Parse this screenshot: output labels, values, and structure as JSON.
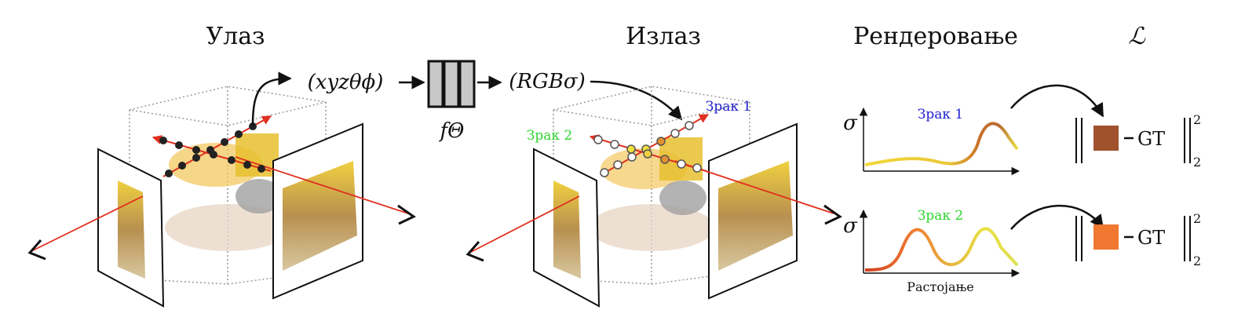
{
  "headings": {
    "input": "Улаз",
    "output": "Излаз",
    "rendering": "Рендеровање",
    "loss": "ℒ"
  },
  "network": {
    "input_tuple": "(xyzθϕ)",
    "output_tuple": "(RGBσ)",
    "function": "fΘ"
  },
  "rays": {
    "ray1": "Зрак 1",
    "ray2": "Зрак 2"
  },
  "plots": {
    "y_axis": "σ",
    "x_axis": "Растојање"
  },
  "loss_terms": {
    "gt": "GT",
    "exp_sup": "2",
    "exp_sub": "2"
  },
  "colors": {
    "ray_red": "#e03020",
    "ray1_blue": "#2020d0",
    "ray2_green": "#2ed62e",
    "swatch1": "#a0522d",
    "swatch2": "#f07830",
    "network_fill": "#c8c8c8"
  }
}
